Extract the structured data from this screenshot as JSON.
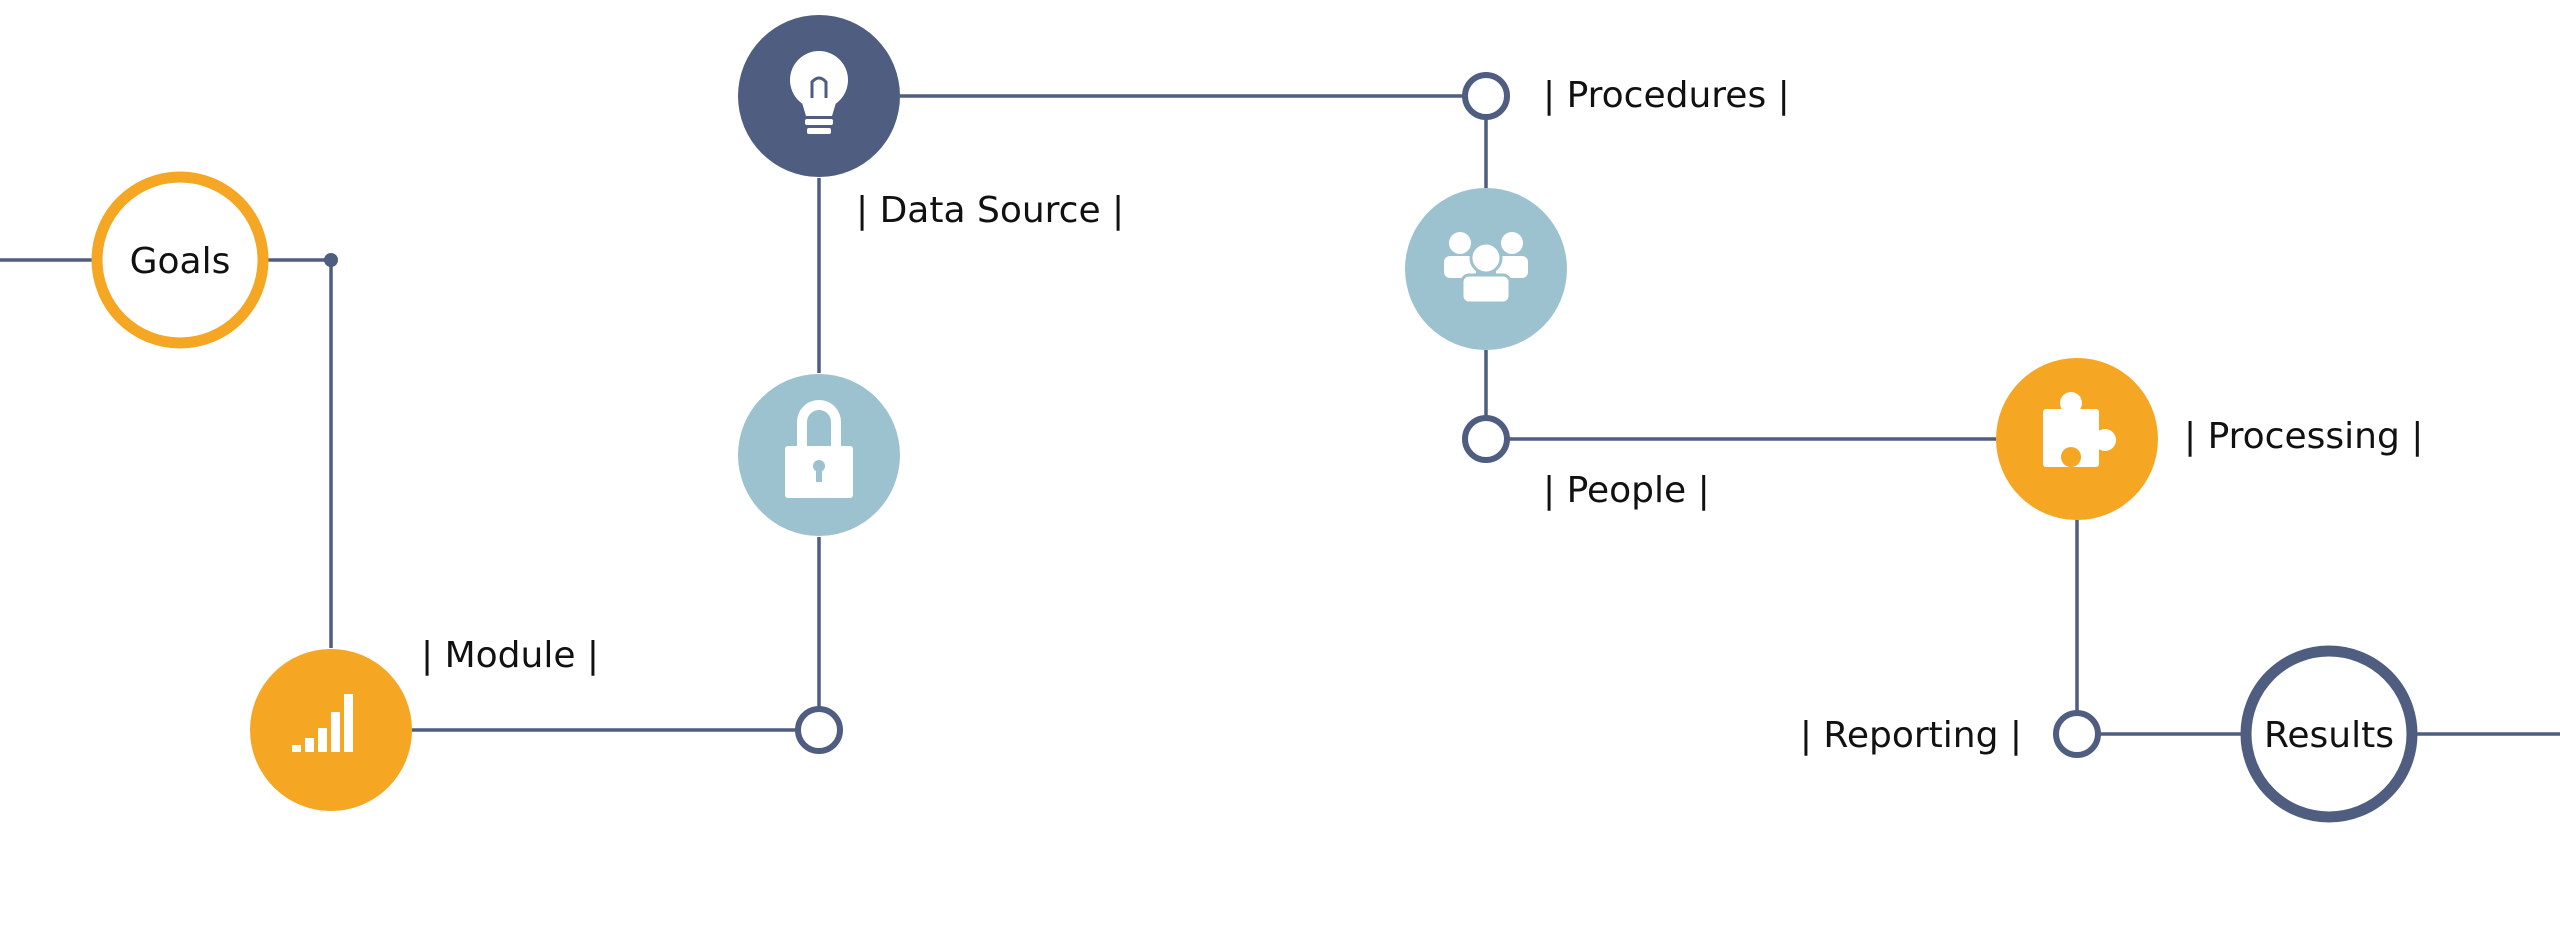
{
  "colors": {
    "line": "#4E5D80",
    "orange": "#F5A623",
    "navy": "#4E5D80",
    "light_blue": "#9DC2CF",
    "white": "#FFFFFF"
  },
  "nodes": {
    "goals": {
      "label": "Goals"
    },
    "module": {
      "label": "| Module |",
      "icon": "bar-chart-icon"
    },
    "data_source": {
      "label": "| Data Source |",
      "icon": "lightbulb-icon"
    },
    "security": {
      "icon": "lock-icon"
    },
    "procedures": {
      "label": "| Procedures |"
    },
    "people": {
      "label": "| People |",
      "icon": "people-icon"
    },
    "processing": {
      "label": "| Processing |",
      "icon": "puzzle-icon"
    },
    "reporting": {
      "label": "| Reporting |"
    },
    "results": {
      "label": "Results"
    }
  }
}
